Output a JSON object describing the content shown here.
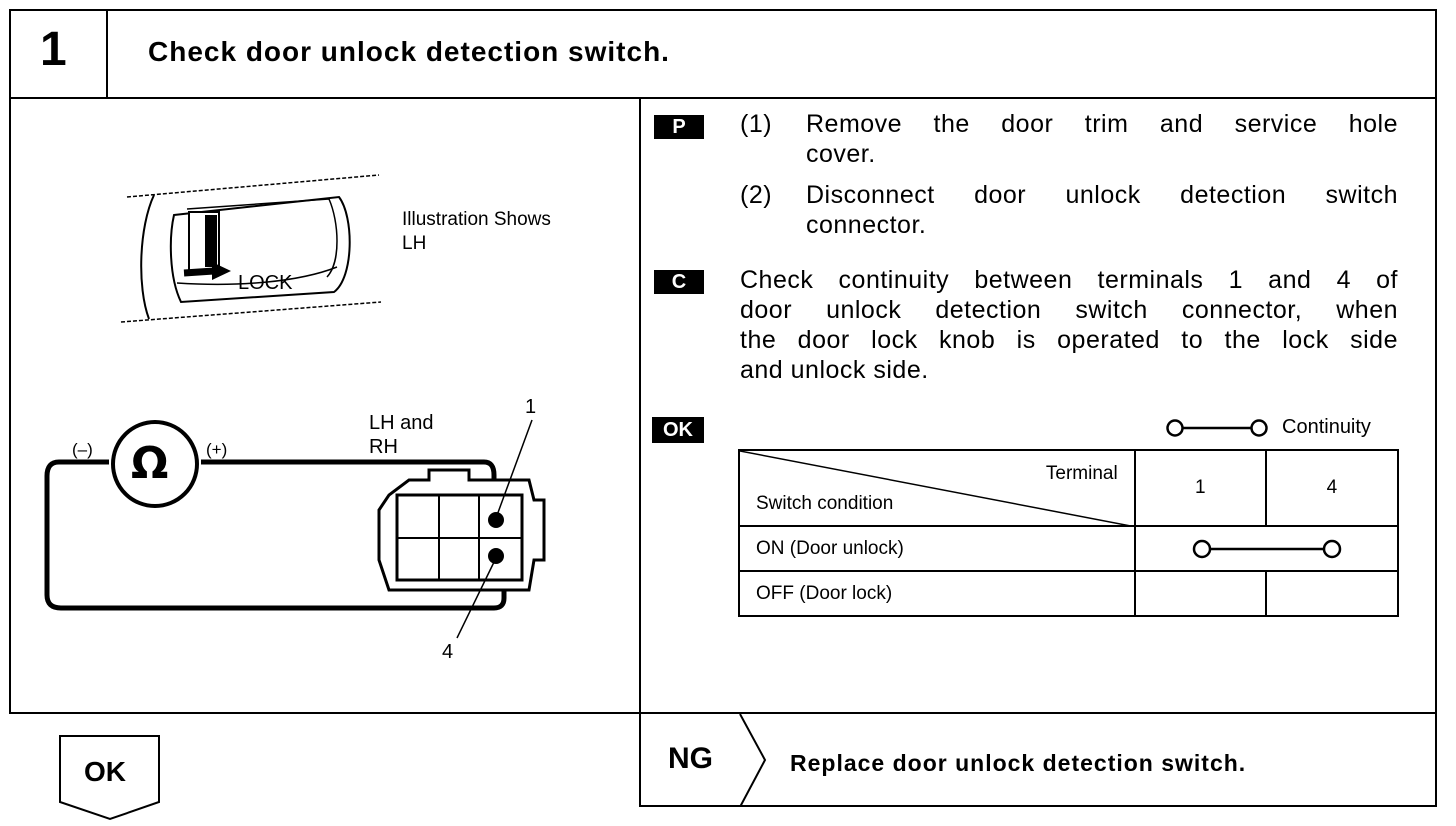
{
  "step": {
    "number": "1",
    "title": "Check door unlock detection switch."
  },
  "illustration": {
    "caption_line1": "Illustration Shows",
    "caption_line2": "LH",
    "lock_label": "LOCK",
    "meter_symbol": "Ω",
    "minus_label": "(–)",
    "plus_label": "(+)",
    "side_line1": "LH and",
    "side_line2": "RH",
    "terminal_top": "1",
    "terminal_bottom": "4"
  },
  "procedure": {
    "p_badge": "P",
    "step1_num": "(1)",
    "step1_line1": "Remove the door trim and service hole",
    "step1_line2": "cover.",
    "step2_num": "(2)",
    "step2_line1": "Disconnect door unlock detection switch",
    "step2_line2": "connector.",
    "c_badge": "C",
    "check_line1": "Check continuity between terminals 1 and 4 of",
    "check_line2": "door unlock detection switch connector, when",
    "check_line3": "the door lock knob is operated to the lock side",
    "check_line4": "and unlock side.",
    "ok_badge": "OK",
    "legend_label": "Continuity"
  },
  "table": {
    "header_terminal": "Terminal",
    "header_condition": "Switch condition",
    "col1": "1",
    "col2": "4",
    "row1": "ON (Door unlock)",
    "row2": "OFF (Door lock)"
  },
  "results": {
    "ok_label": "OK",
    "ng_label": "NG",
    "ng_action": "Replace door unlock detection switch."
  }
}
